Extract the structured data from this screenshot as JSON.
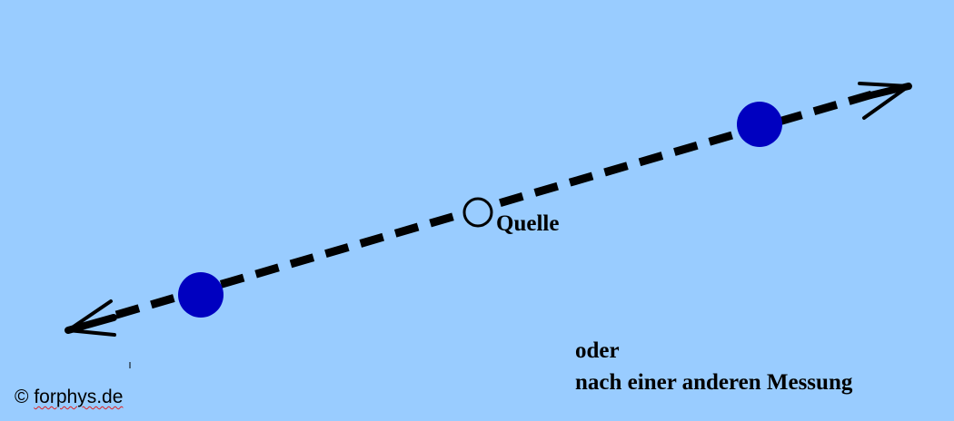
{
  "labels": {
    "source": "Quelle",
    "caption_line1": "oder",
    "caption_line2": "nach einer anderen Messung"
  },
  "copyright": {
    "symbol": "©",
    "site": "forphys.de"
  },
  "colors": {
    "background": "#99ccff",
    "particle": "#0000c0",
    "line": "#000000"
  }
}
